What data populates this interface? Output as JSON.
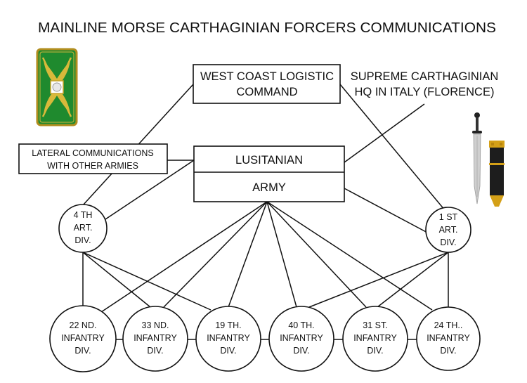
{
  "title": "MAINLINE MORSE CARTHAGINIAN FORCERS COMMUNICATIONS",
  "boxes": {
    "west_coast": [
      "WEST COAST LOGISTIC",
      "COMMAND"
    ],
    "lateral": [
      "LATERAL COMMUNICATIONS",
      "WITH OTHER ARMIES"
    ],
    "army_top": "LUSITANIAN",
    "army_bottom": "ARMY"
  },
  "hq_label": [
    "SUPREME CARTHAGINIAN",
    "HQ IN ITALY (FLORENCE)"
  ],
  "artillery": {
    "left": [
      "4 TH",
      "ART.",
      "DIV."
    ],
    "right": [
      "1 ST",
      "ART.",
      "DIV."
    ]
  },
  "infantry": [
    [
      "22 ND.",
      "INFANTRY",
      "DIV."
    ],
    [
      "33 ND.",
      "INFANTRY",
      "DIV."
    ],
    [
      "19 TH.",
      "INFANTRY",
      "DIV."
    ],
    [
      "40 TH.",
      "INFANTRY",
      "DIV."
    ],
    [
      "31 ST.",
      "INFANTRY",
      "DIV."
    ],
    [
      "24 TH..",
      "INFANTRY",
      "DIV."
    ]
  ],
  "emblems": [
    "shield-icon",
    "sword-icon",
    "scabbard-icon"
  ],
  "colors": {
    "shield_green": "#1f8a2e",
    "shield_gold": "#c8a52a",
    "ink": "#111111"
  }
}
